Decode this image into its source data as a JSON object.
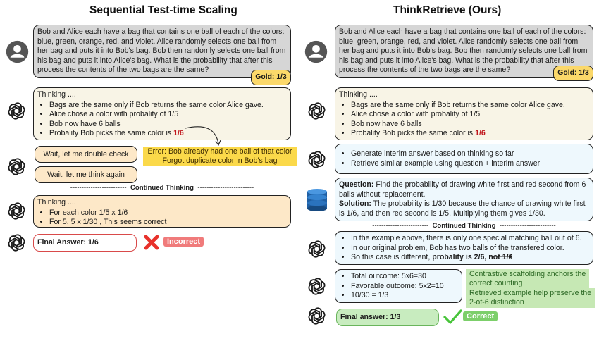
{
  "left": {
    "title": "Sequential Test-time Scaling",
    "question": "Bob and Alice each have a bag that contains one ball of each of the colors: blue, green, orange, red, and violet. Alice randomly selects one ball from her bag and puts it into Bob's bag. Bob then randomly selects one ball from his bag and puts it into Alice's bag. What is the probability that after this process the contents of the two bags are the same?",
    "gold": "Gold: 1/3",
    "thinking1": {
      "heading": "Thinking ....",
      "items": [
        "Bags are the same only if Bob returns the same color Alice gave.",
        "Alice chose a color with probality of 1/5",
        "Bob now have 6 balls"
      ],
      "last_prefix": "Probality Bob picks the same color is ",
      "last_value": "1/6"
    },
    "wait1": "Wait, let me double check",
    "wait2": "Wait, let me think again",
    "error_line1": "Error: Bob already had one ball of that color",
    "error_line2": "Forgot duplicate color in Bob’s bag",
    "continued": {
      "dashes_left": "-------------------------",
      "label": "Continued Thinking",
      "dashes_right": "-------------------------"
    },
    "thinking2": {
      "heading": "Thinking ....",
      "items": [
        "For each color 1/5 x 1/6",
        "For 5, 5 x 1/30 , This seems correct"
      ]
    },
    "final_answer": "Final Answer: 1/6",
    "verdict": "Incorrect"
  },
  "right": {
    "title": "ThinkRetrieve (Ours)",
    "question": "Bob and Alice each have a bag that contains one ball of each of the colors: blue, green, orange, red, and violet. Alice randomly selects one ball from her bag and puts it into Bob's bag. Bob then randomly selects one ball from his bag and puts it into Alice's bag. What is the probability that after this process the contents of the two bags are the same?",
    "gold": "Gold: 1/3",
    "thinking1": {
      "heading": "Thinking ....",
      "items": [
        "Bags are the same only if Bob returns the same color Alice gave.",
        "Alice chose a color with probality of 1/5",
        "Bob now have 6 balls"
      ],
      "last_prefix": "Probality Bob picks the same color is ",
      "last_value": "1/6"
    },
    "retrieve_steps": [
      "Generate interim answer based on thinking so far",
      "Retrieve similar example using question + interim answer"
    ],
    "retrieved": {
      "q_label": "Question:",
      "q_text": " Find the probability of drawing white first and red second from 6 balls without replacement.",
      "s_label": "Solution:",
      "s_text": " The probability is 1/30 because the chance of drawing white first is 1/6, and then red second is 1/5. Multiplying them gives 1/30."
    },
    "continued": {
      "dashes_left": "-------------------------",
      "label": "Continued Thinking",
      "dashes_right": "-------------------------"
    },
    "thinking2": {
      "items": [
        "In the example above, there is only one special matching ball out of 6.",
        "In our original problem, Bob has two balls of the transfered color."
      ],
      "last_prefix": "So this case is different, ",
      "last_bold": "probality is 2/6, not 1/6"
    },
    "calc": [
      "Total outcome: 5x6=30",
      "Favorable outcome: 5x2=10",
      "10/30 = 1/3"
    ],
    "notes": [
      "Contrastive scaffolding anchors the",
      "correct counting",
      "Retrieved example help preserve the",
      "2-of-6 distinction"
    ],
    "final_answer": "Final answer: 1/3",
    "verdict": "Correct"
  },
  "colors": {
    "highlight_red": "#c0161c",
    "gold": "#fbd86a",
    "error_note": "#fbd94a",
    "green_note": "#c6e8b4",
    "incorrect_badge": "#f07b7b",
    "correct_badge": "#7ccf6a"
  },
  "icons": [
    "user-icon",
    "openai-logo-icon",
    "database-icon",
    "cross-icon",
    "checkmark-icon"
  ]
}
